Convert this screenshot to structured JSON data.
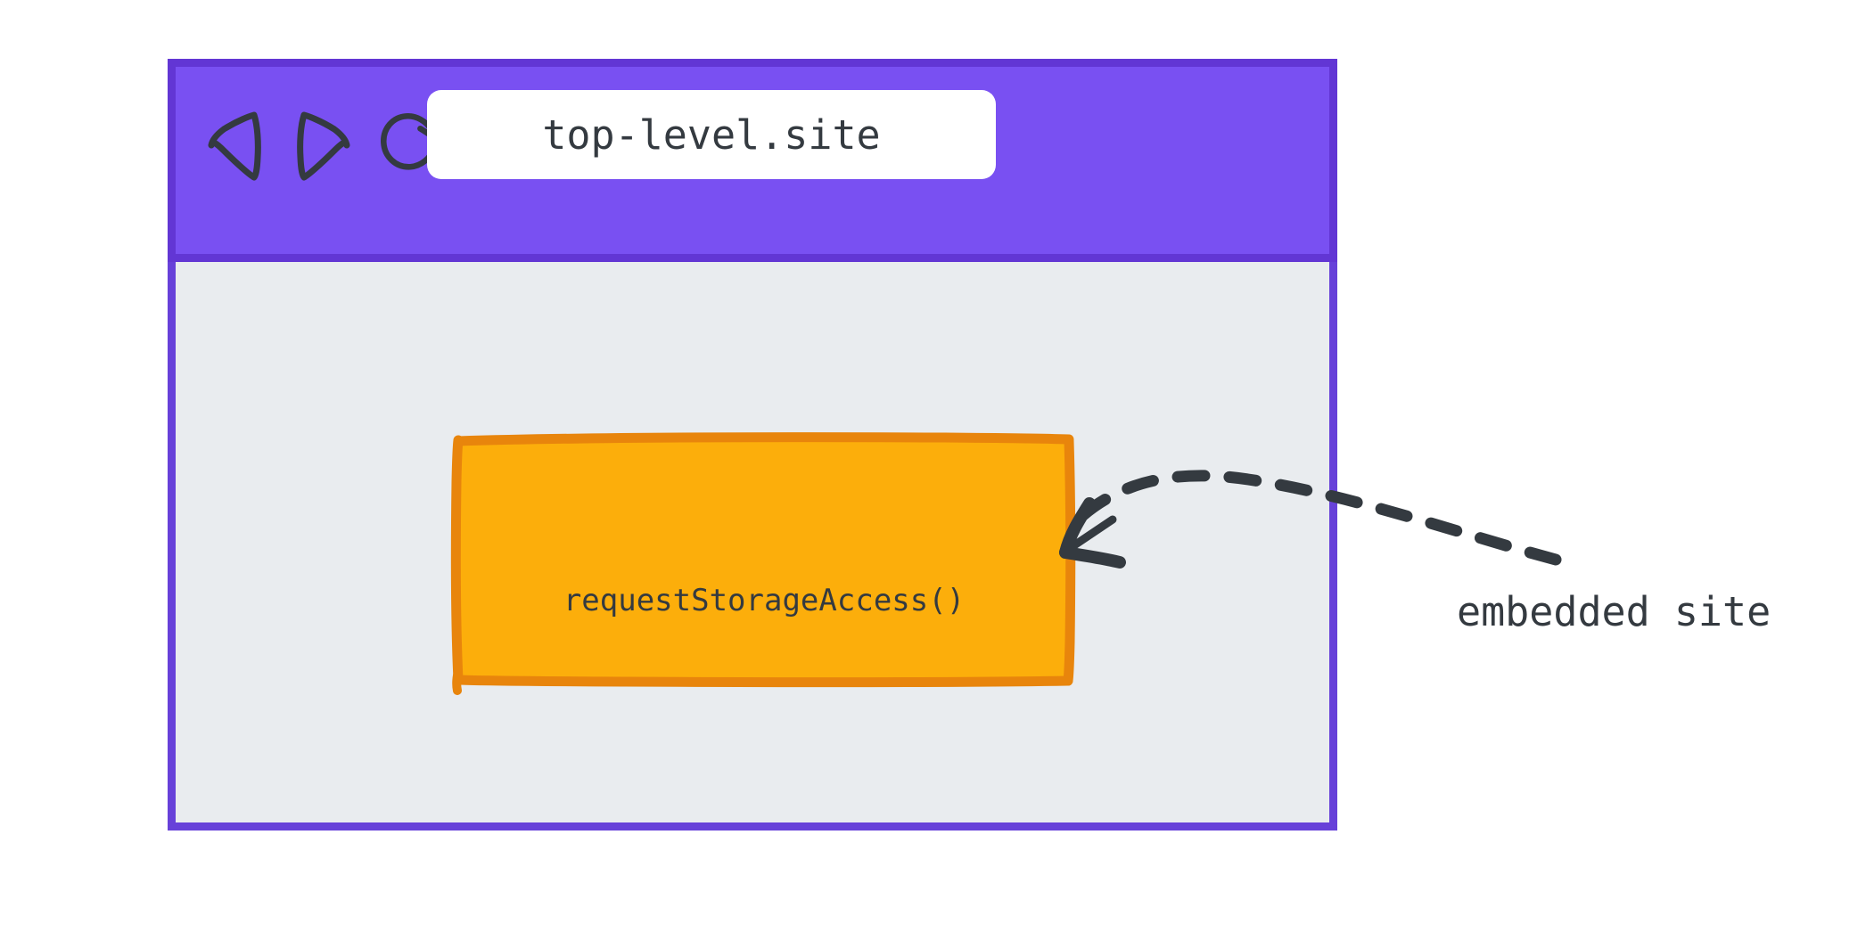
{
  "diagram": {
    "type": "browser-storage-access-illustration",
    "style": "hand-drawn sketch",
    "background_color": "#FFFFFF"
  },
  "browser": {
    "chrome": {
      "fill_color": "#7950F2",
      "stroke_color": "#6236D4",
      "nav_buttons": [
        {
          "name": "back-icon",
          "glyph": "left-triangle-outline"
        },
        {
          "name": "forward-icon",
          "glyph": "right-triangle-outline"
        },
        {
          "name": "reload-icon",
          "glyph": "circular-arrow"
        }
      ]
    },
    "url_bar": {
      "value": "top-level.site",
      "placeholder": "Enter address",
      "background_color": "#FFFFFF",
      "text_color": "#343A40"
    },
    "viewport": {
      "fill_color": "#E9ECEF",
      "stroke_color": "#6741D9"
    }
  },
  "embedded": {
    "label": "requestStorageAccess()",
    "fill_color": "#FCAE0B",
    "stroke_color": "#E8850C",
    "text_color": "#343A40"
  },
  "annotation": {
    "label": "embedded site",
    "text_color": "#343A40",
    "arrow": {
      "name": "dashed-curved-arrow",
      "style": "dashed",
      "color": "#343A40",
      "points_to": "embedded-frame"
    }
  }
}
